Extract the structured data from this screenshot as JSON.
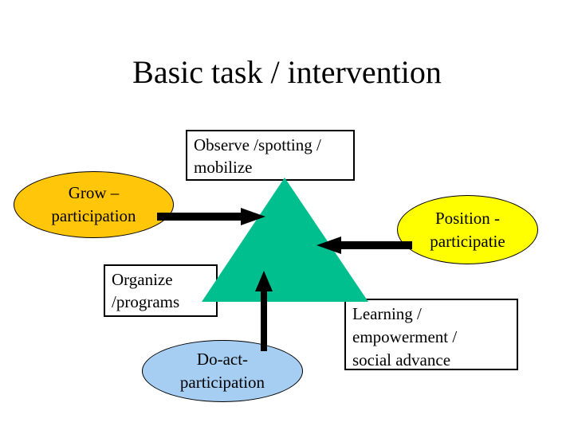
{
  "slide": {
    "title": "Basic task / intervention",
    "background": "#ffffff",
    "text_color": "#000000"
  },
  "nodes": {
    "observe": {
      "line1": "Observe /spotting /",
      "line2": "mobilize"
    },
    "grow": {
      "line1": "Grow –",
      "line2": "participation",
      "fill": "#FFC60A"
    },
    "position": {
      "line1": "Position -",
      "line2": "participatie",
      "fill": "#FFFF00"
    },
    "organize": {
      "line1": "Organize",
      "line2": "/programs"
    },
    "do_act": {
      "line1": "Do-act-",
      "line2": "participation",
      "fill": "#A6CEF2"
    },
    "learning": {
      "line1": "Learning /",
      "line2": "empowerment /",
      "line3": "social advance"
    },
    "triangle": {
      "fill": "#00BF8E"
    },
    "arrow_color": "#000000"
  }
}
